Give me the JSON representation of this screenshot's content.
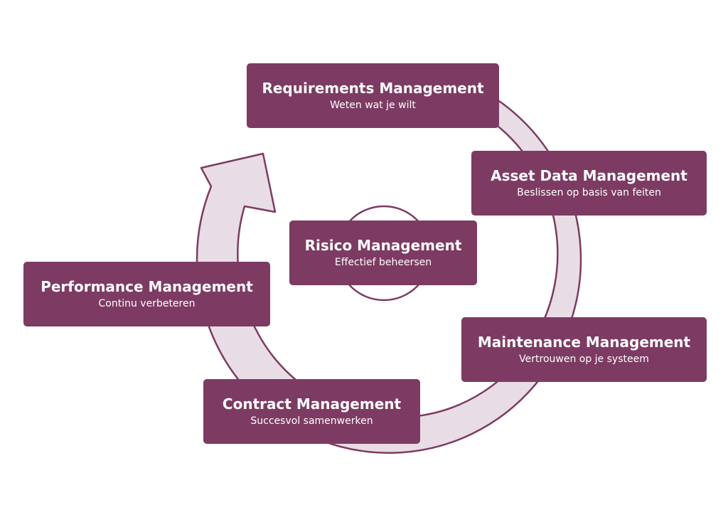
{
  "colors": {
    "box_fill": "#7d3b63",
    "box_text": "#ffffff",
    "cycle_fill": "#e9dde5",
    "cycle_stroke": "#7d3b63"
  },
  "boxes": [
    {
      "id": "requirements",
      "title": "Requirements Management",
      "subtitle": "Weten wat je wilt"
    },
    {
      "id": "asset",
      "title": "Asset Data Management",
      "subtitle": "Beslissen op basis van feiten"
    },
    {
      "id": "risico",
      "title": "Risico Management",
      "subtitle": "Effectief beheersen"
    },
    {
      "id": "performance",
      "title": "Performance Management",
      "subtitle": "Continu verbeteren"
    },
    {
      "id": "maintenance",
      "title": "Maintenance Management",
      "subtitle": "Vertrouwen op je systeem"
    },
    {
      "id": "contract",
      "title": "Contract Management",
      "subtitle": "Succesvol samenwerken"
    }
  ]
}
